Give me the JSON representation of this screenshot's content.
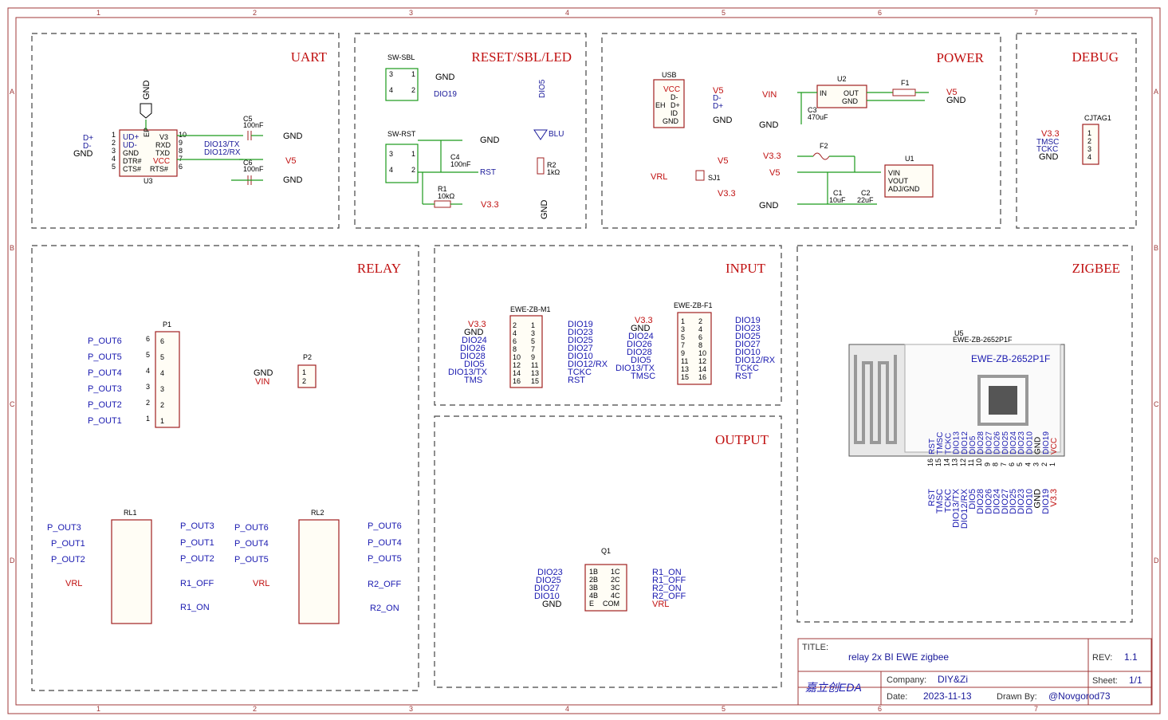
{
  "border": {
    "cols": [
      "1",
      "2",
      "3",
      "4",
      "5",
      "6",
      "7"
    ],
    "rows": [
      "A",
      "B",
      "C",
      "D"
    ]
  },
  "sections": {
    "uart": "UART",
    "reset": "RESET/SBL/LED",
    "power": "POWER",
    "debug": "DEBUG",
    "relay": "RELAY",
    "input": "INPUT",
    "zigbee": "ZIGBEE",
    "output": "OUTPUT"
  },
  "components": {
    "u3": "U3",
    "c5": "C5",
    "c5v": "100nF",
    "c6": "C6",
    "c6v": "100nF",
    "swsbl": "SW-SBL",
    "swrst": "SW-RST",
    "c4": "C4",
    "c4v": "100nF",
    "r1": "R1",
    "r1v": "10kΩ",
    "blu": "BLU",
    "r2": "R2",
    "r2v": "1kΩ",
    "usb": "USB",
    "u2": "U2",
    "f1": "F1",
    "c3": "C3",
    "c3v": "470uF",
    "f2": "F2",
    "u1": "U1",
    "c1": "C1",
    "c1v": "10uF",
    "c2": "C2",
    "c2v": "22uF",
    "sj1": "SJ1",
    "cjtag": "CJTAG1",
    "p1": "P1",
    "p2": "P2",
    "m1": "EWE-ZB-M1",
    "f1mod": "EWE-ZB-F1",
    "u5": "U5",
    "u5v": "EWE-ZB-2652P1F",
    "q1": "Q1",
    "rl1": "RL1",
    "rl2": "RL2"
  },
  "title_block": {
    "title_label": "TITLE:",
    "title": "relay 2x BI EWE zigbee",
    "rev_label": "REV:",
    "rev": "1.1",
    "company_label": "Company:",
    "company": "DIY&Zi",
    "sheet_label": "Sheet:",
    "sheet": "1/1",
    "date_label": "Date:",
    "date": "2023-11-13",
    "drawn_label": "Drawn By:",
    "drawn": "@Novgorod73",
    "logo": "嘉立创EDA"
  },
  "colors": {
    "frame": "#a03a3a",
    "section_title": "#c01010",
    "pin_text": "#1a1a9a",
    "wire": "#1a9a1a"
  }
}
